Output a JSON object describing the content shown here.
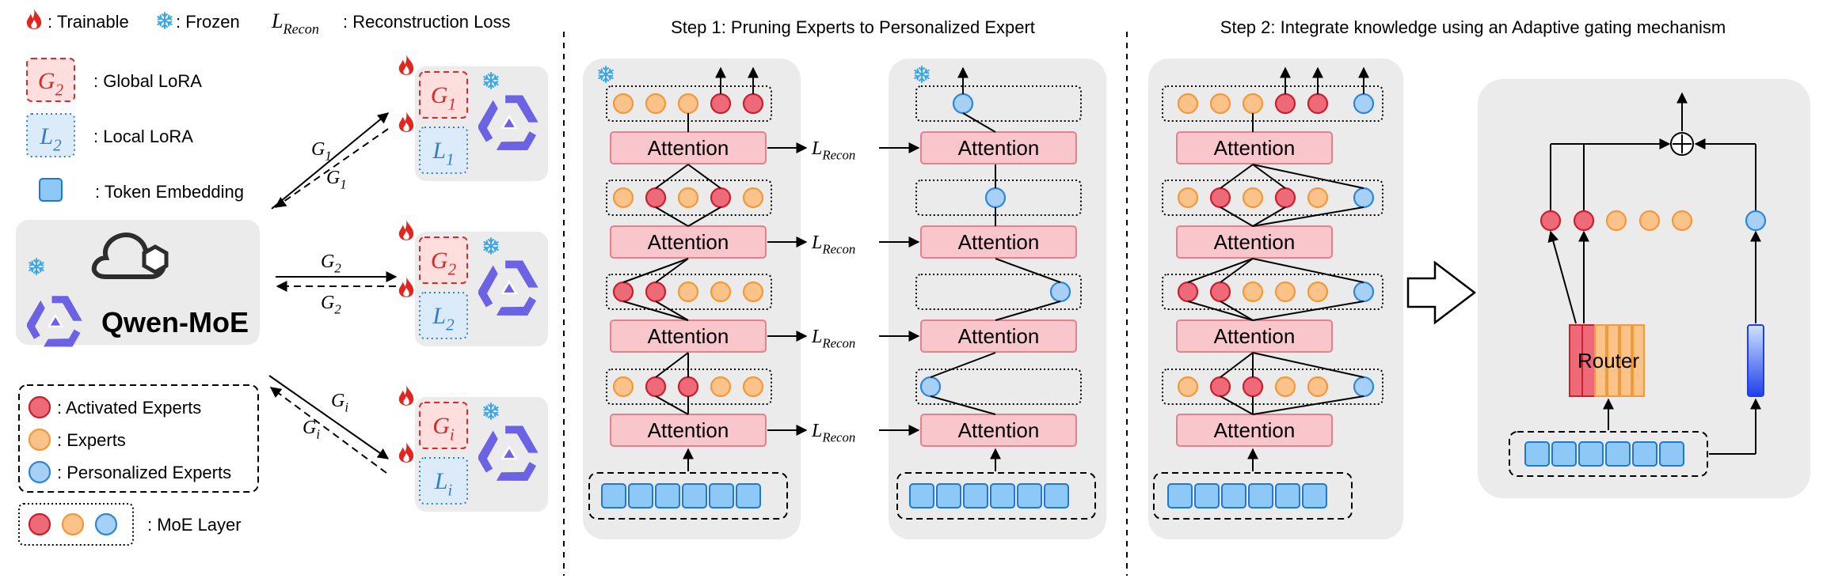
{
  "colors": {
    "red_fill": "#ee6a78",
    "red_stroke": "#c8202e",
    "orange_fill": "#fbc28a",
    "orange_stroke": "#f09a3c",
    "blue_fill": "#a6d0f6",
    "blue_stroke": "#2f86d8",
    "token_fill": "#8ec8f7",
    "token_stroke": "#1f78d1",
    "attn_fill": "#f8c6cb",
    "attn_stroke": "#e6808b",
    "panel": "#ebebeb",
    "snow": "#3aa6e8",
    "flame": "#e2261f",
    "logo": "#6b63e3",
    "lora_red": "#d42b2b",
    "lora_blue": "#2f80c8"
  },
  "legend": {
    "trainable": ": Trainable",
    "frozen": ": Frozen",
    "recon_symbol": "L",
    "recon_sub": "Recon",
    "recon_text": ": Reconstruction Loss",
    "global_letter": "G",
    "global_sub": "2",
    "global_text": ": Global LoRA",
    "local_letter": "L",
    "local_sub": "2",
    "local_text": ": Local LoRA",
    "token_text": ": Token Embedding",
    "activated_text": ": Activated Experts",
    "experts_text": ": Experts",
    "personalized_text": ": Personalized Experts",
    "moe_text": ": MoE Layer"
  },
  "server": {
    "name": "Qwen-MoE"
  },
  "clients": [
    {
      "g_letter": "G",
      "g_sub": "1",
      "l_letter": "L",
      "l_sub": "1",
      "edge_letter": "G",
      "edge_sub": "1"
    },
    {
      "g_letter": "G",
      "g_sub": "2",
      "l_letter": "L",
      "l_sub": "2",
      "edge_letter": "G",
      "edge_sub": "2"
    },
    {
      "g_letter": "G",
      "g_sub": "i",
      "l_letter": "L",
      "l_sub": "i",
      "edge_letter": "G",
      "edge_sub": "i"
    }
  ],
  "step1": {
    "title": "Step 1: Pruning Experts to Personalized Expert",
    "attention_label": "Attention",
    "loss_symbol": "L",
    "loss_sub": "Recon"
  },
  "step2": {
    "title": "Step 2: Integrate knowledge using an Adaptive gating mechanism",
    "attention_label": "Attention",
    "router_label": "Router",
    "sum_symbol": "⊕"
  }
}
